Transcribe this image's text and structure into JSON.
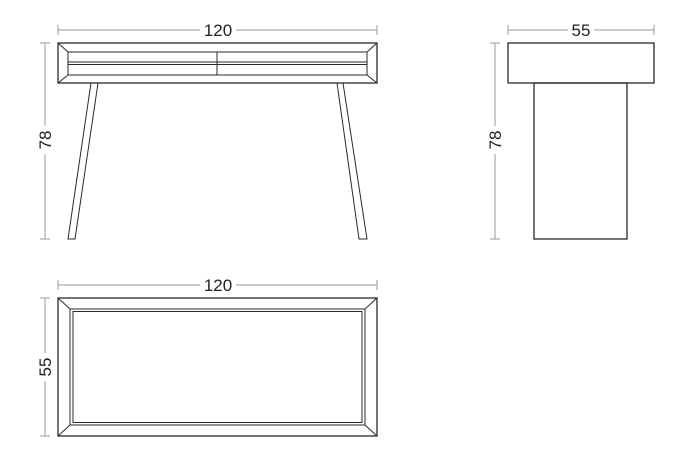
{
  "front_view": {
    "width_label": "120",
    "height_label": "78"
  },
  "side_view": {
    "depth_label": "55",
    "height_label": "78"
  },
  "top_view": {
    "width_label": "120",
    "depth_label": "55"
  },
  "colors": {
    "line": "#2a2a2e",
    "dimension": "#9a9a9a"
  }
}
